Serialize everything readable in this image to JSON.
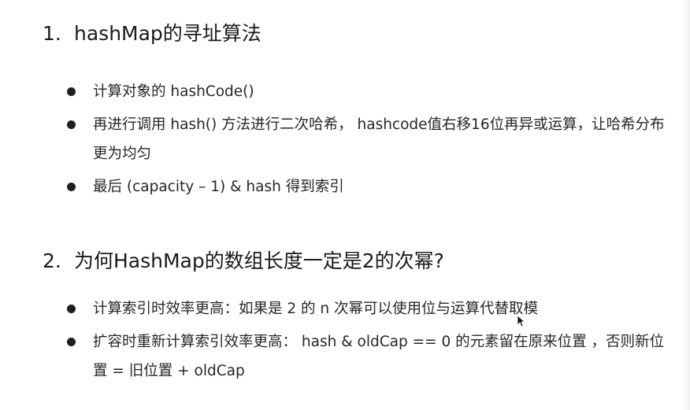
{
  "section1": {
    "number": "1.",
    "title": "hashMap的寻址算法",
    "bullets": [
      {
        "text": "计算对象的 hashCode()"
      },
      {
        "text": "再进行调用 hash() 方法进行二次哈希， hashcode值右移16位再异或运算，让哈希分布更为均匀"
      },
      {
        "text": "最后 (capacity – 1) & hash 得到索引"
      }
    ]
  },
  "section2": {
    "number": "2.",
    "title": "为何HashMap的数组长度一定是2的次幂?",
    "bullets": [
      {
        "text": "计算索引时效率更高：如果是 2 的 n 次幂可以使用位与运算代替取模"
      },
      {
        "text": "扩容时重新计算索引效率更高： hash & oldCap == 0 的元素留在原来位置 ，否则新位置 = 旧位置 + oldCap"
      }
    ]
  },
  "icons": {
    "bullet": "bullet-dot-icon",
    "cursor": "mouse-pointer-icon"
  },
  "colors": {
    "text": "#1e1e1e",
    "bullet": "#1f1f1f",
    "background": "#ffffff"
  }
}
